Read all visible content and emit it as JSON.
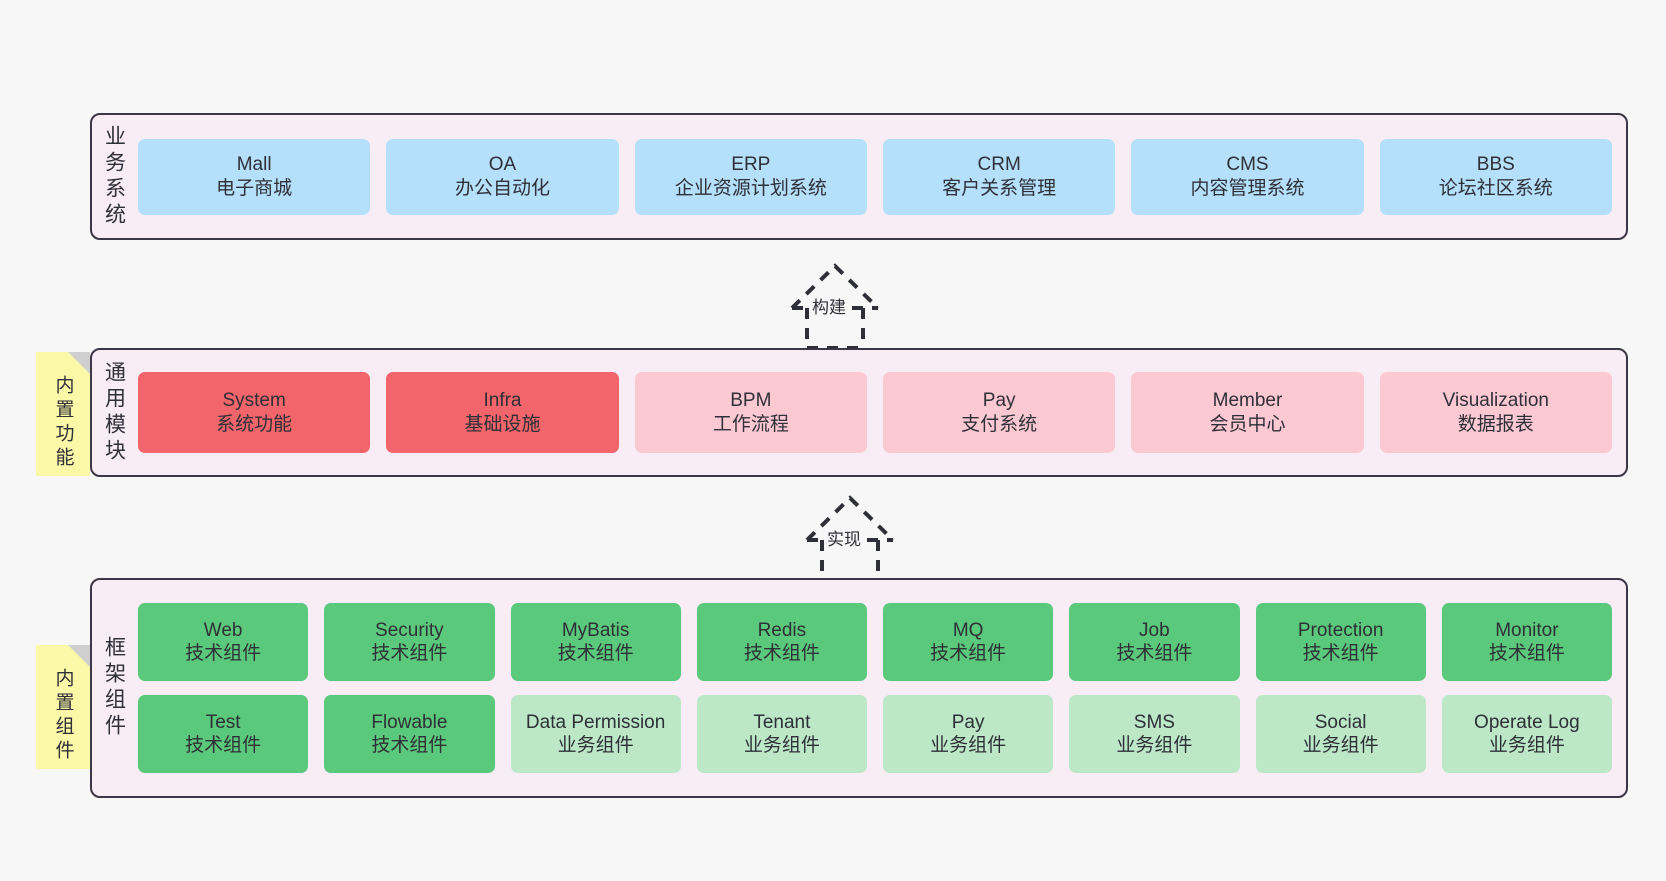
{
  "theme": {
    "page_bg": "#f7f7f7",
    "layer_bg": "#f8ecf5",
    "layer_border": "#3c3744",
    "note_bg": "#fbf8a8",
    "note_fold": "#cfcfcf",
    "blue": "#b5e0fb",
    "red": "#f2656a",
    "pink": "#fcc9d3",
    "green": "#5bc97b",
    "light_green": "#bce8c8",
    "text": "#2f2f37"
  },
  "layers": [
    {
      "id": "business-system",
      "title": "业务系统",
      "cards": [
        {
          "name": "Mall",
          "sub": "电子商城",
          "color": "blue"
        },
        {
          "name": "OA",
          "sub": "办公自动化",
          "color": "blue"
        },
        {
          "name": "ERP",
          "sub": "企业资源计划系统",
          "color": "blue"
        },
        {
          "name": "CRM",
          "sub": "客户关系管理",
          "color": "blue"
        },
        {
          "name": "CMS",
          "sub": "内容管理系统",
          "color": "blue"
        },
        {
          "name": "BBS",
          "sub": "论坛社区系统",
          "color": "blue"
        }
      ]
    },
    {
      "id": "common-module",
      "title": "通用模块",
      "note": "内置功能",
      "cards": [
        {
          "name": "System",
          "sub": "系统功能",
          "color": "red"
        },
        {
          "name": "Infra",
          "sub": "基础设施",
          "color": "red"
        },
        {
          "name": "BPM",
          "sub": "工作流程",
          "color": "pink"
        },
        {
          "name": "Pay",
          "sub": "支付系统",
          "color": "pink"
        },
        {
          "name": "Member",
          "sub": "会员中心",
          "color": "pink"
        },
        {
          "name": "Visualization",
          "sub": "数据报表",
          "color": "pink"
        }
      ]
    },
    {
      "id": "framework-component",
      "title": "框架组件",
      "note": "内置组件",
      "rows": [
        [
          {
            "name": "Web",
            "sub": "技术组件",
            "color": "green"
          },
          {
            "name": "Security",
            "sub": "技术组件",
            "color": "green"
          },
          {
            "name": "MyBatis",
            "sub": "技术组件",
            "color": "green"
          },
          {
            "name": "Redis",
            "sub": "技术组件",
            "color": "green"
          },
          {
            "name": "MQ",
            "sub": "技术组件",
            "color": "green"
          },
          {
            "name": "Job",
            "sub": "技术组件",
            "color": "green"
          },
          {
            "name": "Protection",
            "sub": "技术组件",
            "color": "green"
          },
          {
            "name": "Monitor",
            "sub": "技术组件",
            "color": "green"
          }
        ],
        [
          {
            "name": "Test",
            "sub": "技术组件",
            "color": "green"
          },
          {
            "name": "Flowable",
            "sub": "技术组件",
            "color": "green"
          },
          {
            "name": "Data Permission",
            "sub": "业务组件",
            "color": "light_green"
          },
          {
            "name": "Tenant",
            "sub": "业务组件",
            "color": "light_green"
          },
          {
            "name": "Pay",
            "sub": "业务组件",
            "color": "light_green"
          },
          {
            "name": "SMS",
            "sub": "业务组件",
            "color": "light_green"
          },
          {
            "name": "Social",
            "sub": "业务组件",
            "color": "light_green"
          },
          {
            "name": "Operate Log",
            "sub": "业务组件",
            "color": "light_green"
          }
        ]
      ]
    }
  ],
  "connectors": [
    {
      "id": "build",
      "label": "构建",
      "from": "common-module",
      "to": "business-system"
    },
    {
      "id": "implement",
      "label": "实现",
      "from": "framework-component",
      "to": "common-module"
    }
  ]
}
